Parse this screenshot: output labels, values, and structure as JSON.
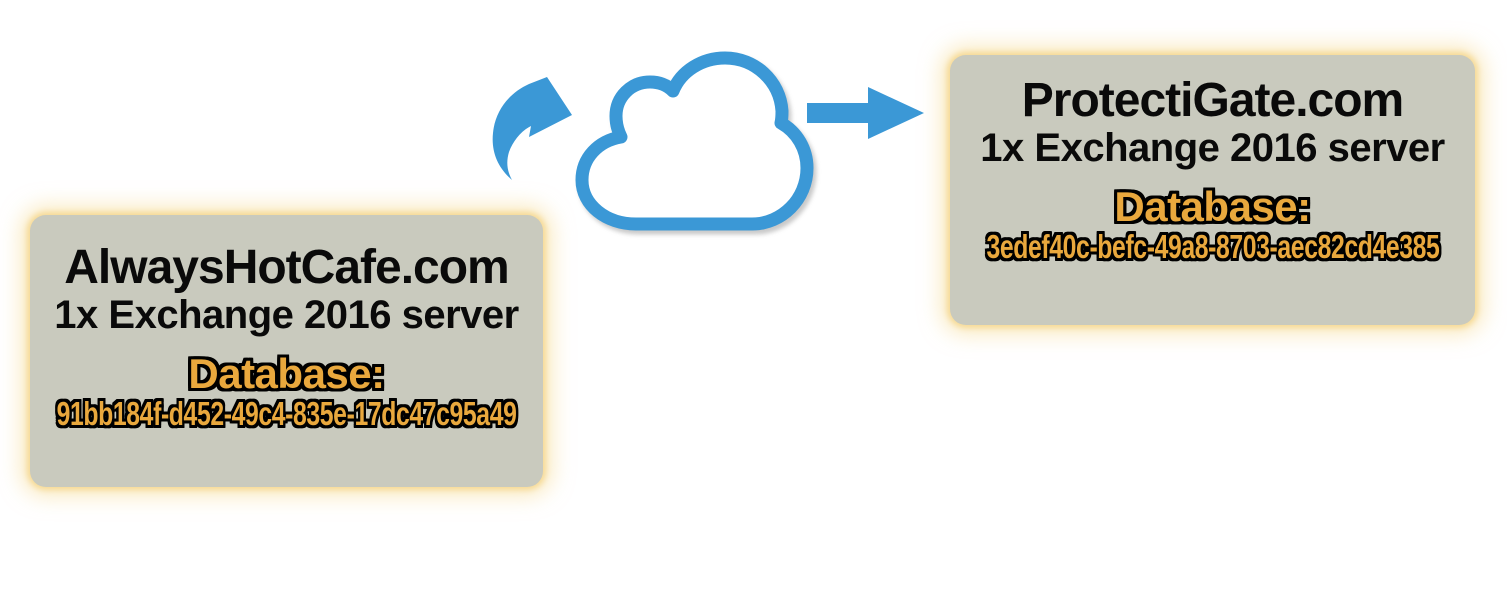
{
  "source_box": {
    "domain": "AlwaysHotCafe.com",
    "server": "1x Exchange 2016 server",
    "database_label": "Database:",
    "database_id": "91bb184f-d452-49c4-835e-17dc47c95a49"
  },
  "target_box": {
    "domain": "ProtectiGate.com",
    "server": "1x Exchange 2016 server",
    "database_label": "Database:",
    "database_id": "3edef40c-befc-49a8-8703-aec82cd4e385"
  },
  "icons": {
    "cloud": "cloud-icon",
    "curved_arrow": "curved-arrow-icon",
    "straight_arrow": "right-arrow-icon"
  },
  "colors": {
    "accent_blue": "#3B98D6",
    "box_fill": "#C9CABE",
    "box_glow": "#F6DA96",
    "gold_text": "#E9A83D",
    "text_black": "#0A0A0A"
  }
}
